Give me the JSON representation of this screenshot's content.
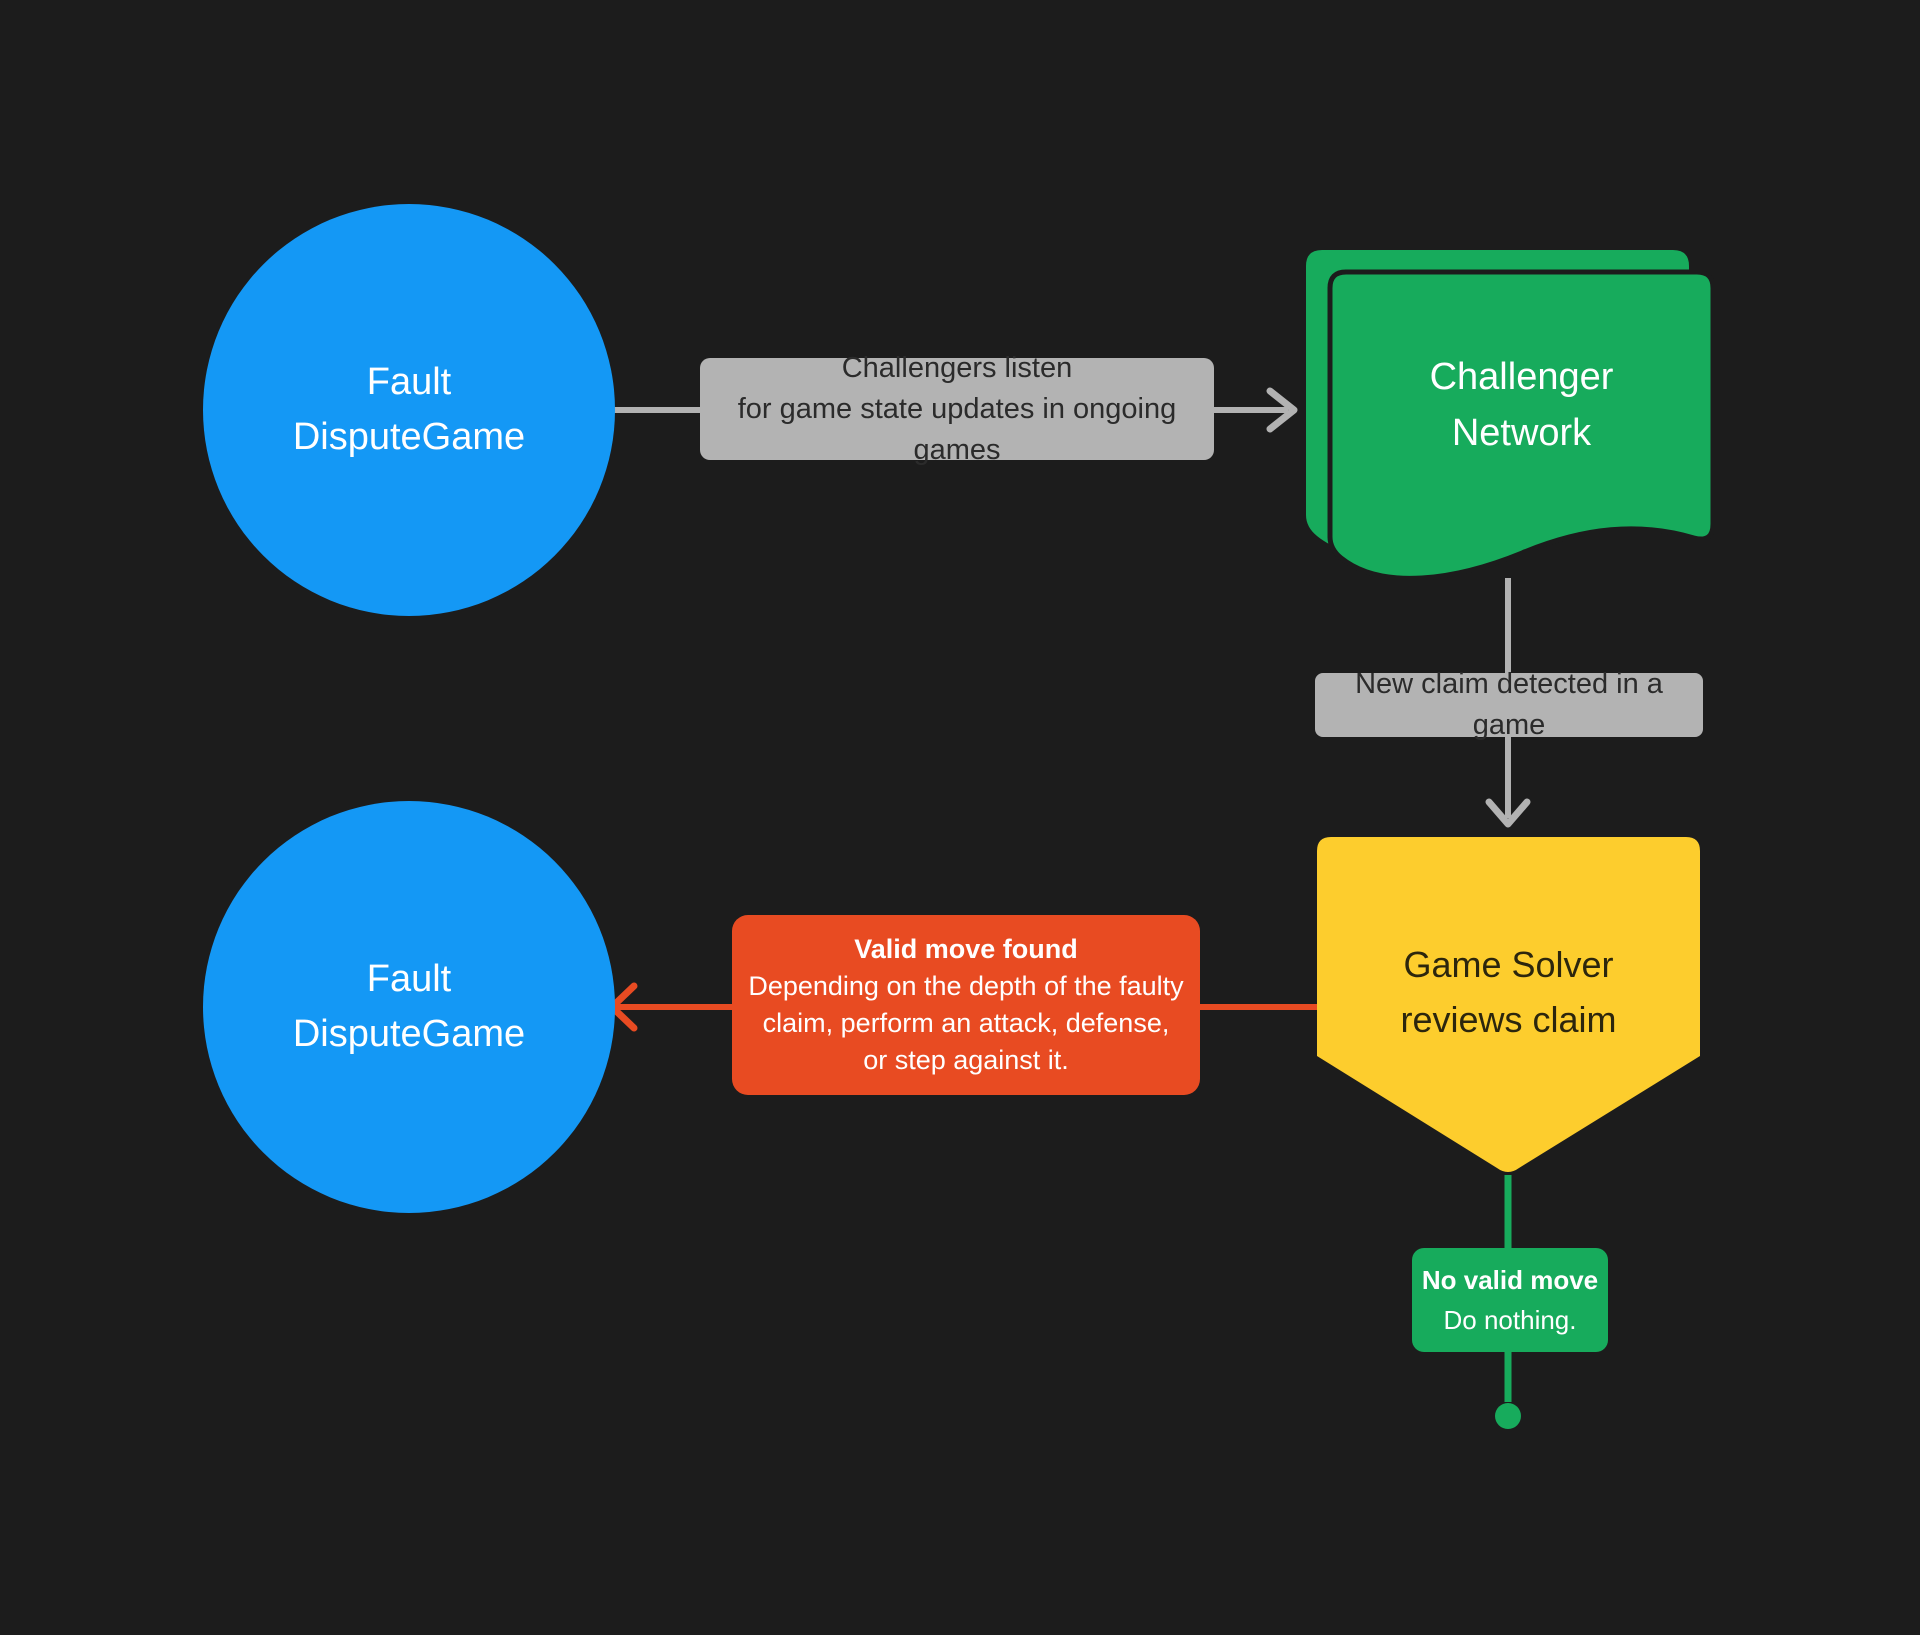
{
  "diagram": {
    "nodes": {
      "fault_top": {
        "line1": "Fault",
        "line2": "DisputeGame"
      },
      "fault_bottom": {
        "line1": "Fault",
        "line2": "DisputeGame"
      },
      "challenger_network": {
        "line1": "Challenger",
        "line2": "Network"
      },
      "game_solver": {
        "line1": "Game Solver",
        "line2": "reviews claim"
      }
    },
    "edge_labels": {
      "listen": {
        "line1": "Challengers listen",
        "line2": "for game state updates in ongoing games"
      },
      "new_claim": {
        "text": "New claim detected in a game"
      },
      "valid_move": {
        "title": "Valid move found",
        "line1": "Depending on the depth of the faulty",
        "line2": "claim, perform an attack, defense,",
        "line3": "or step against it."
      },
      "no_valid_move": {
        "title": "No valid move",
        "body": "Do nothing."
      }
    },
    "colors": {
      "background": "#1C1C1C",
      "node_blue": "#1498F5",
      "node_green": "#17AB5C",
      "node_yellow": "#FDCD2D",
      "accent_red": "#E84B22",
      "label_gray": "#B3B3B3",
      "label_text": "#2B2B2B",
      "connector_gray": "#B2B2B2",
      "node_text_light": "#FFFFFF",
      "yellow_text_dark": "#2C260D"
    }
  }
}
